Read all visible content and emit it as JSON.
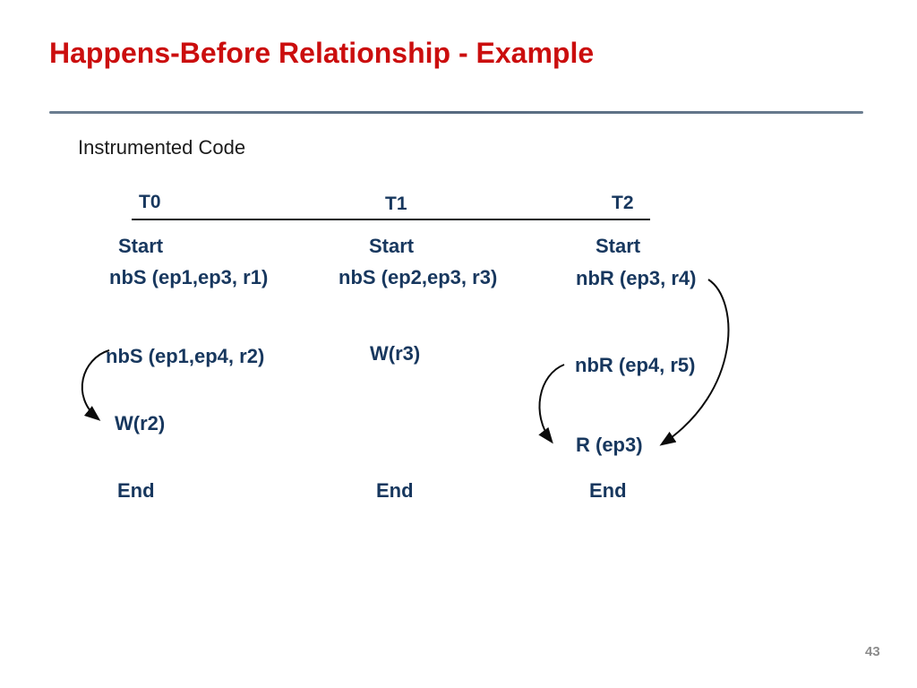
{
  "title": "Happens-Before Relationship - Example",
  "subtitle": "Instrumented Code",
  "page_number": "43",
  "colors": {
    "title_red": "#CB0E0E",
    "event_navy": "#17375E",
    "title_divider_slate": "#5E7287",
    "header_rule_black": "#14161A",
    "page_number_gray": "#8C8C8C",
    "arrow_black": "#0B0B0B"
  },
  "threads": [
    {
      "label": "T0",
      "events": [
        "Start",
        "nbS (ep1,ep3, r1)",
        "nbS (ep1,ep4, r2)",
        "W(r2)",
        "End"
      ]
    },
    {
      "label": "T1",
      "events": [
        "Start",
        "nbS (ep2,ep3, r3)",
        "W(r3)",
        "End"
      ]
    },
    {
      "label": "T2",
      "events": [
        "Start",
        "nbR (ep3, r4)",
        "nbR (ep4, r5)",
        "R (ep3)",
        "End"
      ]
    }
  ],
  "arrows": [
    {
      "from": "nbS (ep1,ep4, r2)",
      "to": "W(r2)",
      "thread": "T0"
    },
    {
      "from": "nbR (ep4, r5)",
      "to": "R (ep3)",
      "thread": "T2"
    },
    {
      "from": "nbR (ep3, r4)",
      "to": "R (ep3)",
      "thread": "T2"
    }
  ]
}
